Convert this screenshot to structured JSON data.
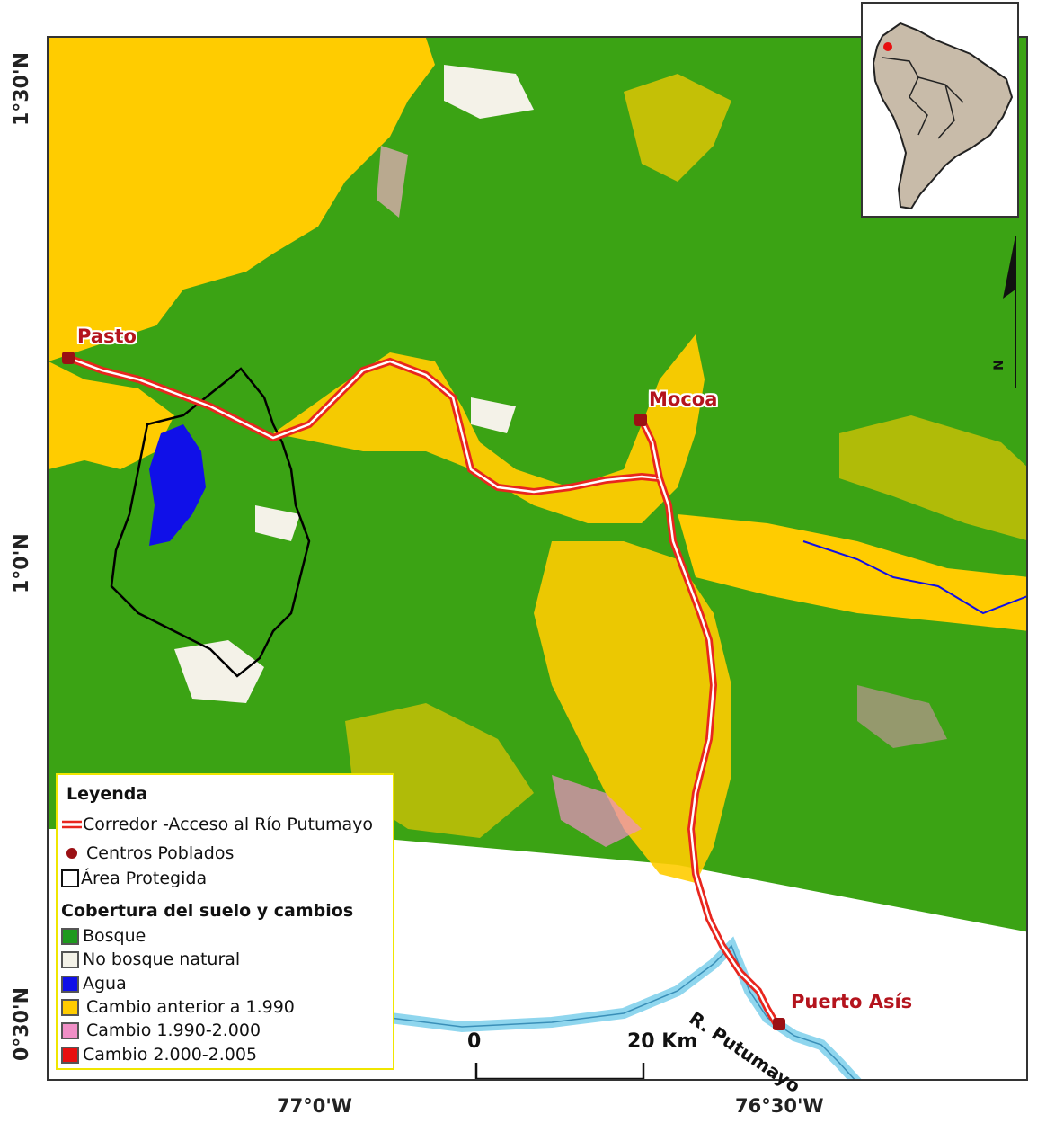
{
  "coordinates": {
    "lat_top": "1°30'N",
    "lat_mid": "1°0'N",
    "lat_bottom": "0°30'N",
    "lon_left": "77°0'W",
    "lon_right": "76°30'W"
  },
  "places": {
    "pasto": "Pasto",
    "mocoa": "Mocoa",
    "puerto_asis": "Puerto Asís"
  },
  "river_label": "R. Putumayo",
  "scale": {
    "zero": "0",
    "end": "20 Km"
  },
  "north_letter": "N",
  "legend": {
    "title": "Leyenda",
    "corridor": "Corredor -Acceso al Río Putumayo",
    "towns": "Centros Poblados",
    "protected": "Área Protegida",
    "cover_title": "Cobertura del suelo y cambios",
    "classes": [
      {
        "label": "Bosque",
        "color": "#1e9a1e"
      },
      {
        "label": "No bosque natural",
        "color": "#f4f2e8"
      },
      {
        "label": "Agua",
        "color": "#1010e8"
      },
      {
        "label": "Cambio anterior a 1.990",
        "color": "#ffcc00"
      },
      {
        "label": "Cambio 1.990-2.000",
        "color": "#f08fc6"
      },
      {
        "label": "Cambio 2.000-2.005",
        "color": "#e81010"
      }
    ]
  },
  "colors": {
    "forest": "#3ba314",
    "change_pre1990": "#ffcc00",
    "non_forest": "#f4f2e8",
    "water": "#1010e8",
    "corridor": "#e8261e",
    "town": "#9b1014",
    "river": "#8fd6ee"
  }
}
